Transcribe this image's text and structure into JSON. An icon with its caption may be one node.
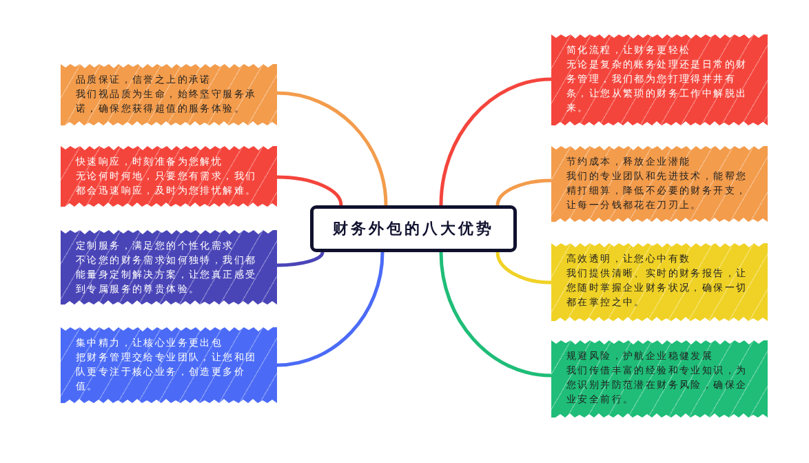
{
  "diagram": {
    "nodes": [
      {
        "text": [
          "财务外包的八大优势"
        ]
      },
      {
        "text": [
          "品质保证，信誉之上的承诺",
          "我们视品质为生命，始终坚守服务承诺，确保您获得超值的服务体验。"
        ]
      },
      {
        "text": [
          "快速响应，时刻准备为您解忧",
          "无论何时何地，只要您有需求，我们都会迅速响应，及时为您排忧解难。"
        ]
      },
      {
        "text": [
          "定制服务，满足您的个性化需求",
          "不论您的财务需求如何独特，我们都能量身定制解决方案，让您真正感受到专属服务的尊贵体验。"
        ]
      },
      {
        "text": [
          "集中精力，让核心业务更出包",
          "把财务管理交给专业团队，让您和团队更专注于核心业务，创造更多价值。"
        ]
      },
      {
        "text": [
          "简化流程，让财务更轻松",
          "无论是复杂的账务处理还是日常的财务管理，我们都为您打理得井井有条，让您从繁琐的财务工作中解脱出来。"
        ]
      },
      {
        "text": [
          "节约成本，释放企业潜能",
          "我们的专业团队和先进技术，能帮您精打细算，降低不必要的财务开支，让每一分钱都花在刀刃上。"
        ]
      },
      {
        "text": [
          "高效透明，让您心中有数",
          "我们提供清晰、实时的财务报告，让您随时掌握企业财务状况，确保一切都在掌控之中。"
        ]
      },
      {
        "text": [
          "规避风险，护航企业稳健发展",
          "我们传借丰富的经验和专业知识，为您识别并防范潜在财务风险，确保企业安全前行。"
        ]
      }
    ],
    "edges": [
      {
        "from": 0,
        "to": 1,
        "arrow": "none",
        "color": "#f39c4c"
      },
      {
        "from": 0,
        "to": 2,
        "arrow": "none",
        "color": "#f4453c"
      },
      {
        "from": 0,
        "to": 3,
        "arrow": "none",
        "color": "#4a45b7"
      },
      {
        "from": 0,
        "to": 4,
        "arrow": "none",
        "color": "#4b6bf6"
      },
      {
        "from": 0,
        "to": 5,
        "arrow": "none",
        "color": "#f4453c"
      },
      {
        "from": 0,
        "to": 6,
        "arrow": "none",
        "color": "#f39c4c"
      },
      {
        "from": 0,
        "to": 7,
        "arrow": "none",
        "color": "#f0d226"
      },
      {
        "from": 0,
        "to": 8,
        "arrow": "none",
        "color": "#1fbd78"
      }
    ]
  }
}
